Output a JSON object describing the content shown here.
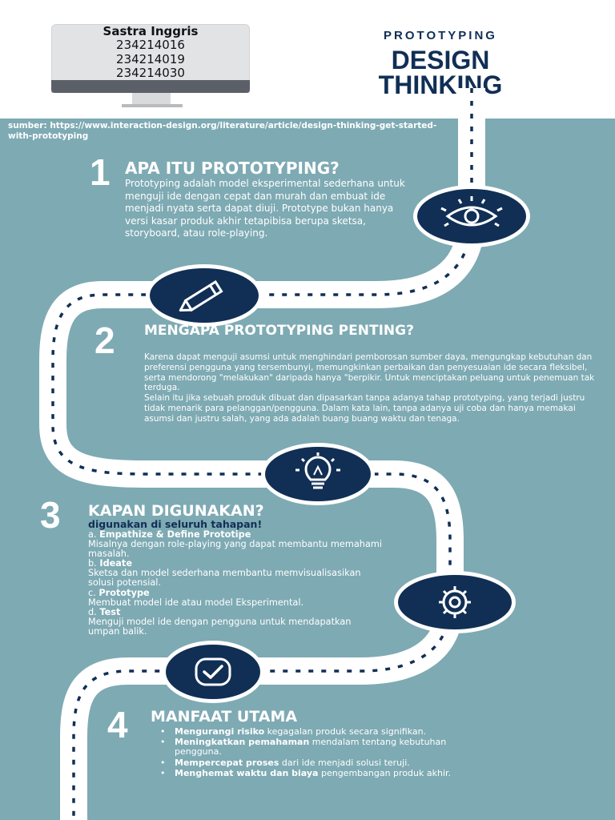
{
  "header": {
    "group_name": "Sastra Inggris",
    "nim": [
      "234214016",
      "234214019",
      "234214030"
    ],
    "title_kicker": "PROTOTYPING",
    "title_main": [
      "DESIGN",
      "THINKING"
    ]
  },
  "source": "sumber: https://www.interaction-design.org/literature/article/design-thinking-get-started-with-prototyping",
  "colors": {
    "background": "#7eaab3",
    "navy": "#112f55",
    "road": "#ffffff"
  },
  "nodes": {
    "eye": "eye-icon",
    "pencil": "pencil-icon",
    "bulb": "lightbulb-icon",
    "gear": "gear-icon",
    "check": "check-icon"
  },
  "sections": {
    "s1": {
      "number": "1",
      "heading": "APA ITU PROTOTYPING?",
      "body": "Prototyping adalah model eksperimental sederhana untuk menguji ide dengan cepat dan murah dan embuat ide menjadi nyata serta dapat diuji. Prototype bukan hanya versi kasar produk akhir tetapibisa berupa sketsa, storyboard, atau role-playing."
    },
    "s2": {
      "number": "2",
      "heading": "MENGAPA PROTOTYPING PENTING?",
      "body_1": "Karena dapat menguji asumsi untuk menghindari pemborosan sumber daya, mengungkap kebutuhan dan preferensi pengguna yang tersembunyi, memungkinkan perbaikan dan penyesuaian ide secara fleksibel, serta mendorong \"melakukan\" daripada hanya \"berpikir. Untuk menciptakan peluang untuk penemuan tak terduga.",
      "body_2": "Selain itu jika sebuah produk dibuat dan dipasarkan tanpa adanya tahap prototyping, yang terjadi justru tidak menarik para pelanggan/pengguna. Dalam kata lain, tanpa adanya uji coba dan hanya memakai asumsi dan justru salah, yang ada adalah buang buang waktu dan tenaga."
    },
    "s3": {
      "number": "3",
      "heading": "KAPAN DIGUNAKAN?",
      "subheading": "digunakan di seluruh tahapan!",
      "stages": [
        {
          "prefix": "a.",
          "name": "Empathize & Define Prototipe",
          "desc": "Misalnya dengan role-playing yang dapat membantu memahami masalah."
        },
        {
          "prefix": "b.",
          "name": "Ideate",
          "desc": "Sketsa dan model sederhana membantu memvisualisasikan solusi potensial."
        },
        {
          "prefix": "c.",
          "name": "Prototype",
          "desc": "Membuat model ide atau model Eksperimental."
        },
        {
          "prefix": "d.",
          "name": "Test",
          "desc": "Menguji model ide dengan pengguna untuk mendapatkan umpan balik."
        }
      ]
    },
    "s4": {
      "number": "4",
      "heading": "MANFAAT UTAMA",
      "items": [
        {
          "bold": "Mengurangi risiko",
          "rest": " kegagalan produk secara signifikan."
        },
        {
          "bold": "Meningkatkan pemahaman",
          "rest": " mendalam tentang kebutuhan pengguna."
        },
        {
          "bold": "Mempercepat proses",
          "rest": " dari ide menjadi solusi teruji."
        },
        {
          "bold": "Menghemat waktu dan biaya",
          "rest": " pengembangan produk akhir."
        }
      ]
    }
  }
}
